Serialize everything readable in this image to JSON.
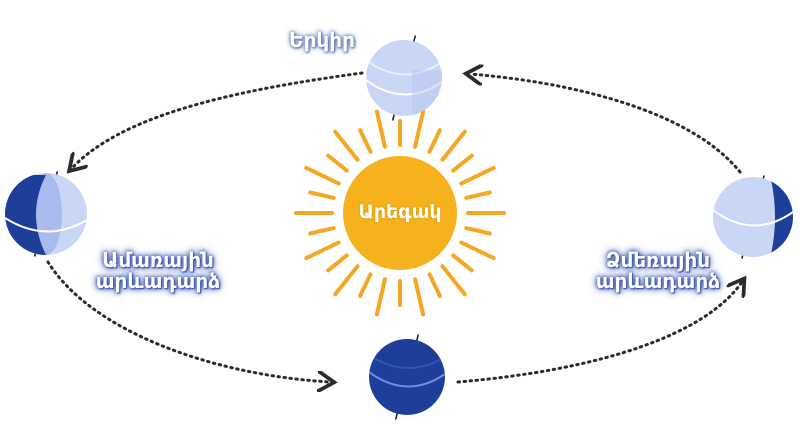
{
  "labels": {
    "earth": "Երկիր",
    "sun": "Արեգակ",
    "summer_solstice_line1": "Ամառային",
    "summer_solstice_line2": "արևադարձ",
    "winter_solstice_line1": "Ձմեռային",
    "winter_solstice_line2": "արևադարձ"
  },
  "colors": {
    "sun_fill": "#f5b21c",
    "sun_rays": "#f5a623",
    "earth_light": "#c9d6f5",
    "earth_dark": "#1d3f9a",
    "orbit": "#2b2b2b"
  },
  "icons": {
    "sun": "sun-icon",
    "earth": "globe-icon"
  }
}
